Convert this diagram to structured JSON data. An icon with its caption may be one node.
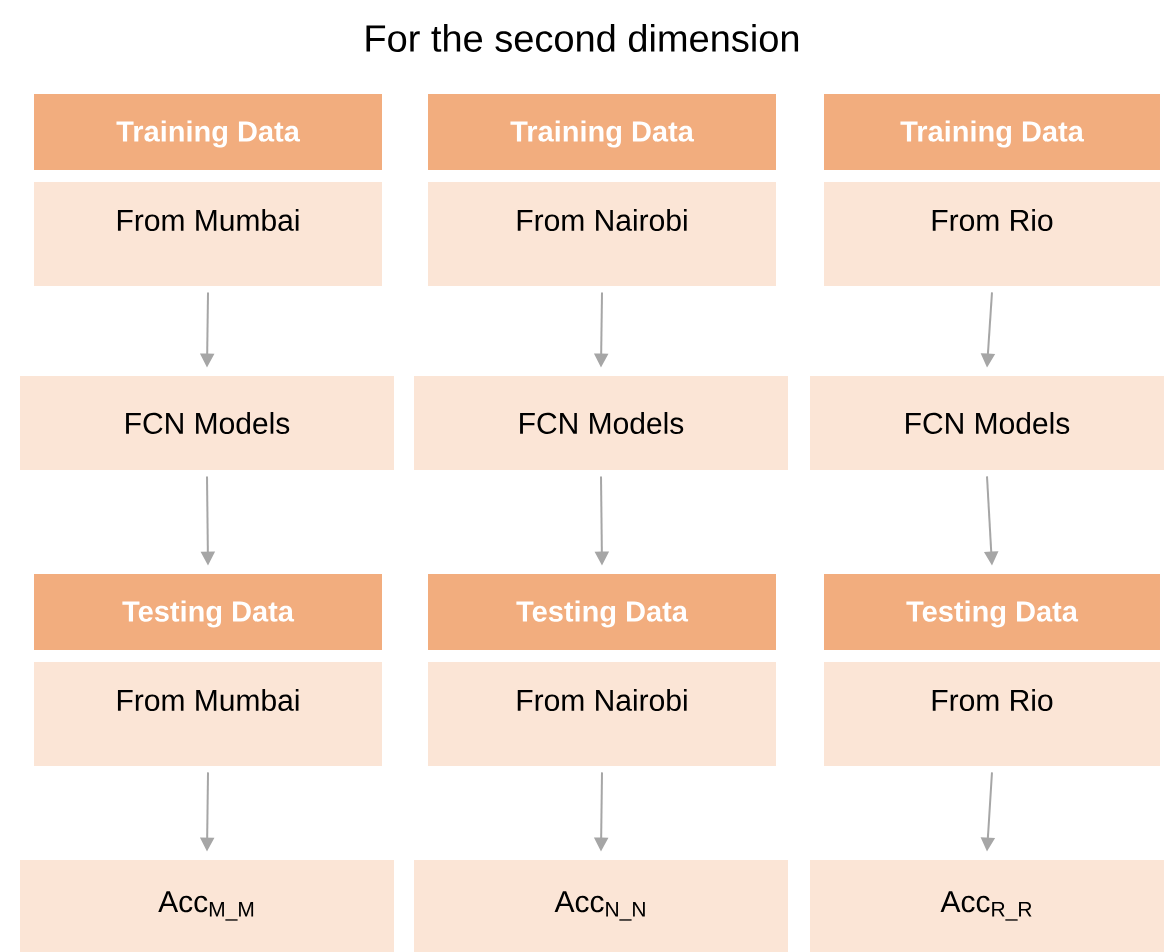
{
  "diagram": {
    "title": "For the second dimension",
    "nodes": [
      {
        "text": [
          "Training Data",
          "From Mumbai"
        ]
      },
      {
        "text": [
          "Training Data",
          "From Nairobi"
        ]
      },
      {
        "text": [
          "Training Data",
          "From Rio"
        ]
      },
      {
        "text": [
          "FCN Models"
        ]
      },
      {
        "text": [
          "FCN Models"
        ]
      },
      {
        "text": [
          "FCN Models"
        ]
      },
      {
        "text": [
          "Testing Data",
          "From Mumbai"
        ]
      },
      {
        "text": [
          "Testing Data",
          "From Nairobi"
        ]
      },
      {
        "text": [
          "Testing Data",
          "From Rio"
        ]
      },
      {
        "text": [
          "Acc$_{M_M}$"
        ]
      },
      {
        "text": [
          "Acc$_{N_N}$"
        ]
      },
      {
        "text": [
          "Acc$_{R_R}$"
        ]
      }
    ],
    "edges": [
      {
        "from": 0,
        "to": 3,
        "arrow": "to"
      },
      {
        "from": 1,
        "to": 4,
        "arrow": "to"
      },
      {
        "from": 2,
        "to": 5,
        "arrow": "to"
      },
      {
        "from": 3,
        "to": 6,
        "arrow": "to"
      },
      {
        "from": 4,
        "to": 7,
        "arrow": "to"
      },
      {
        "from": 5,
        "to": 8,
        "arrow": "to"
      },
      {
        "from": 6,
        "to": 9,
        "arrow": "to"
      },
      {
        "from": 7,
        "to": 10,
        "arrow": "to"
      },
      {
        "from": 8,
        "to": 11,
        "arrow": "to"
      }
    ]
  }
}
